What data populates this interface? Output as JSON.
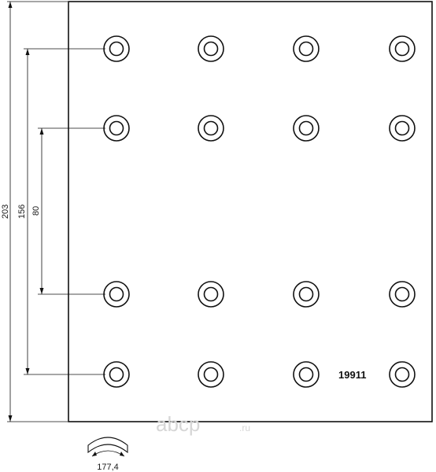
{
  "diagram": {
    "part_number": "19911",
    "dimensions": {
      "total_height": "203",
      "outer_spacing": "156",
      "inner_spacing": "80",
      "arc_length": "177,4"
    },
    "holes": {
      "columns": 4,
      "rows": 4
    },
    "watermark": {
      "brand": "abcp",
      "suffix": ".ru"
    },
    "colors": {
      "line": "#111111",
      "watermark": "#d6d6d6",
      "background": "#ffffff"
    }
  }
}
